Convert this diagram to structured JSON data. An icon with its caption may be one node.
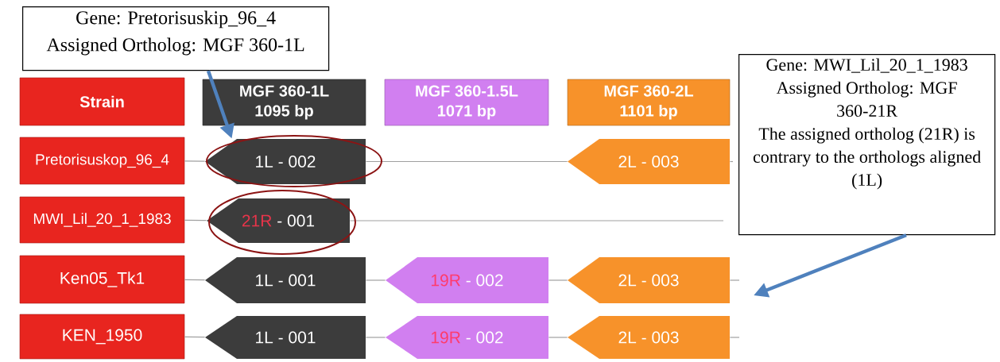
{
  "diagram": {
    "nodes": [
      {
        "text": [
          "Gene: Pretorisuskip_96_4",
          "Assigned Ortholog: MGF 360-1L"
        ]
      },
      {
        "text": [
          "Strain"
        ]
      },
      {
        "text": [
          "MGF 360-1L",
          "1095 bp"
        ]
      },
      {
        "text": [
          "MGF 360-1.5L",
          "1071 bp"
        ]
      },
      {
        "text": [
          "MGF 360-2L",
          "1101 bp"
        ]
      },
      {
        "text": [
          "Gene: MWI_Lil_20_1_1983",
          "Assigned Ortholog: MGF 360-21R",
          "The assigned ortholog (21R) is contrary to the orthologs aligned (1L)"
        ]
      },
      {
        "text": [
          "Pretorisuskop_96_4"
        ]
      },
      {
        "text": [
          "1L - 002"
        ]
      },
      {
        "text": [
          "2L - 003"
        ]
      },
      {
        "text": [
          "MWI_Lil_20_1_1983"
        ]
      },
      {
        "text": [
          "21R",
          "- 001"
        ]
      },
      {
        "text": [
          "Ken05_Tk1"
        ]
      },
      {
        "text": [
          "1L - 001"
        ]
      },
      {
        "text": [
          "19R",
          "- 002"
        ]
      },
      {
        "text": [
          "2L - 003"
        ]
      },
      {
        "text": [
          "KEN_1950"
        ]
      },
      {
        "text": [
          "1L - 001"
        ]
      },
      {
        "text": [
          "19R",
          "- 002"
        ]
      },
      {
        "text": [
          "2L - 003"
        ]
      }
    ],
    "edges": [
      {
        "from": 6,
        "to": 7,
        "arrow": "none"
      },
      {
        "from": 7,
        "to": 8,
        "arrow": "none"
      },
      {
        "from": 8,
        "to": null,
        "arrow": "none"
      },
      {
        "from": 9,
        "to": 10,
        "arrow": "none"
      },
      {
        "from": 10,
        "to": null,
        "arrow": "none"
      },
      {
        "from": 11,
        "to": 12,
        "arrow": "none"
      },
      {
        "from": 12,
        "to": 13,
        "arrow": "none"
      },
      {
        "from": 13,
        "to": 14,
        "arrow": "none"
      },
      {
        "from": 14,
        "to": null,
        "arrow": "none"
      },
      {
        "from": 15,
        "to": 16,
        "arrow": "none"
      },
      {
        "from": 16,
        "to": 17,
        "arrow": "none"
      },
      {
        "from": 17,
        "to": 18,
        "arrow": "none"
      },
      {
        "from": 18,
        "to": null,
        "arrow": "none"
      },
      {
        "from": 0,
        "to": 7,
        "arrow": "to",
        "style": "thick",
        "color": "#4f81bd"
      },
      {
        "from": 5,
        "to": null,
        "arrow": "to",
        "style": "thick",
        "color": "#4f81bd"
      }
    ]
  }
}
